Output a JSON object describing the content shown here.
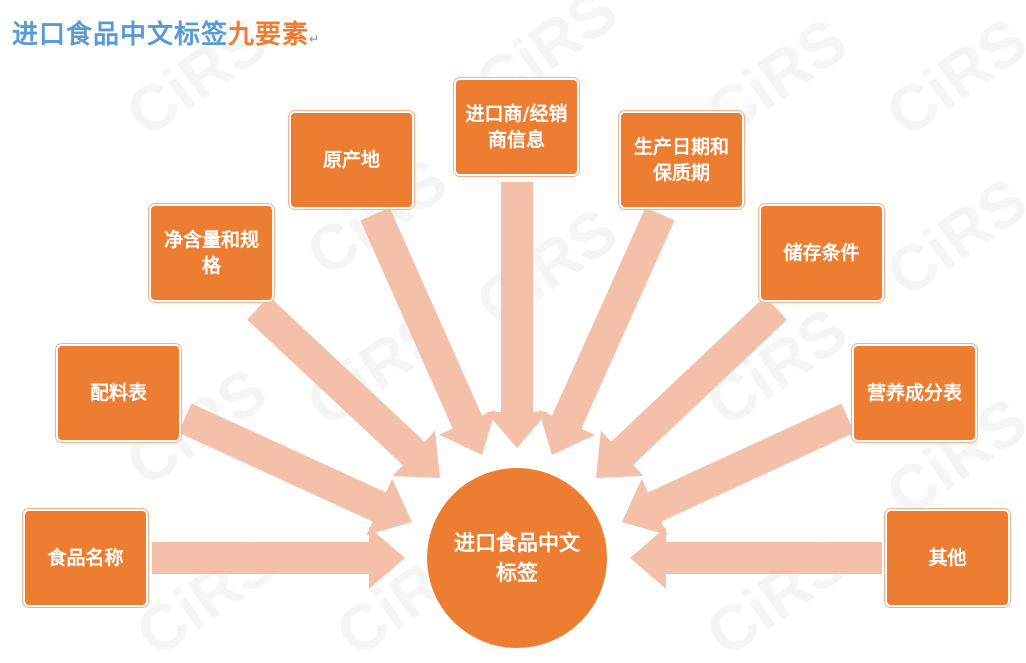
{
  "title": {
    "part1": "进口食品中文标签",
    "part2": "九要素",
    "return_mark": "↵"
  },
  "watermark": "CiRS",
  "center": "进口食品中文标签",
  "elements": [
    {
      "label": "食品名称"
    },
    {
      "label": "配料表"
    },
    {
      "label": "净含量和规格"
    },
    {
      "label": "原产地"
    },
    {
      "label": "进口商/经销商信息"
    },
    {
      "label": "生产日期和保质期"
    },
    {
      "label": "储存条件"
    },
    {
      "label": "营养成分表"
    },
    {
      "label": "其他"
    }
  ],
  "colors": {
    "box": "#ed7d31",
    "arrow": "#f4c0aa",
    "title_blue": "#5b9bd5",
    "title_orange": "#ed7d31"
  }
}
